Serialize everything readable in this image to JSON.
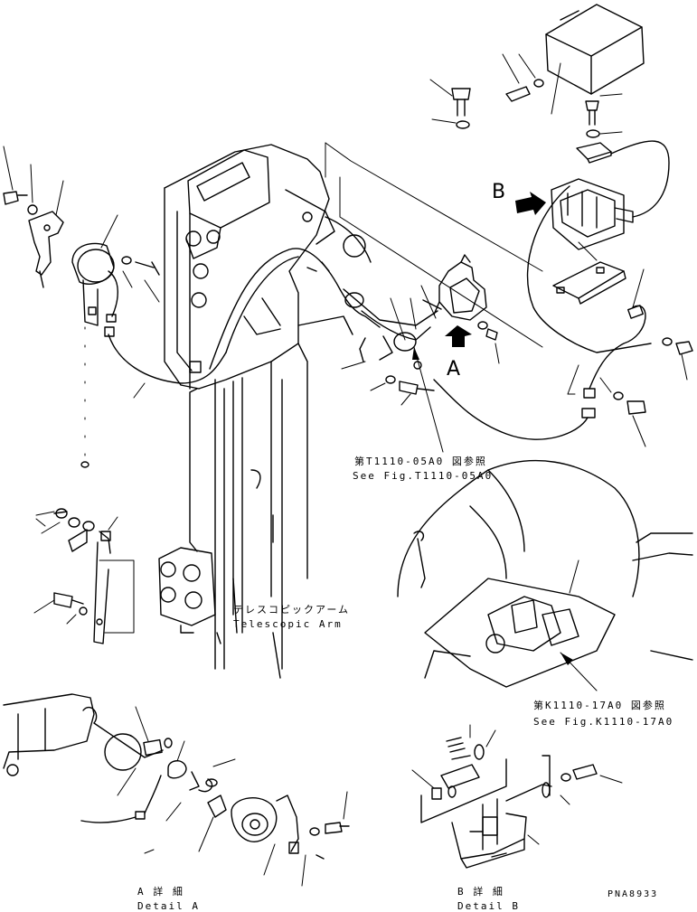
{
  "callouts": {
    "a_marker": "A",
    "b_marker": "B",
    "see_fig_t_jp": "第T1110-05A0 図参照",
    "see_fig_t_en": "See Fig.T1110-05A0",
    "telescopic_jp": "テレスコピックアーム",
    "telescopic_en": "Telescopic Arm",
    "see_fig_k_jp": "第K1110-17A0 図参照",
    "see_fig_k_en": "See Fig.K1110-17A0"
  },
  "details": {
    "a_jp": "A 詳 細",
    "a_en": "Detail A",
    "b_jp": "B 詳 細",
    "b_en": "Detail B"
  },
  "drawing_code": "PNA8933"
}
